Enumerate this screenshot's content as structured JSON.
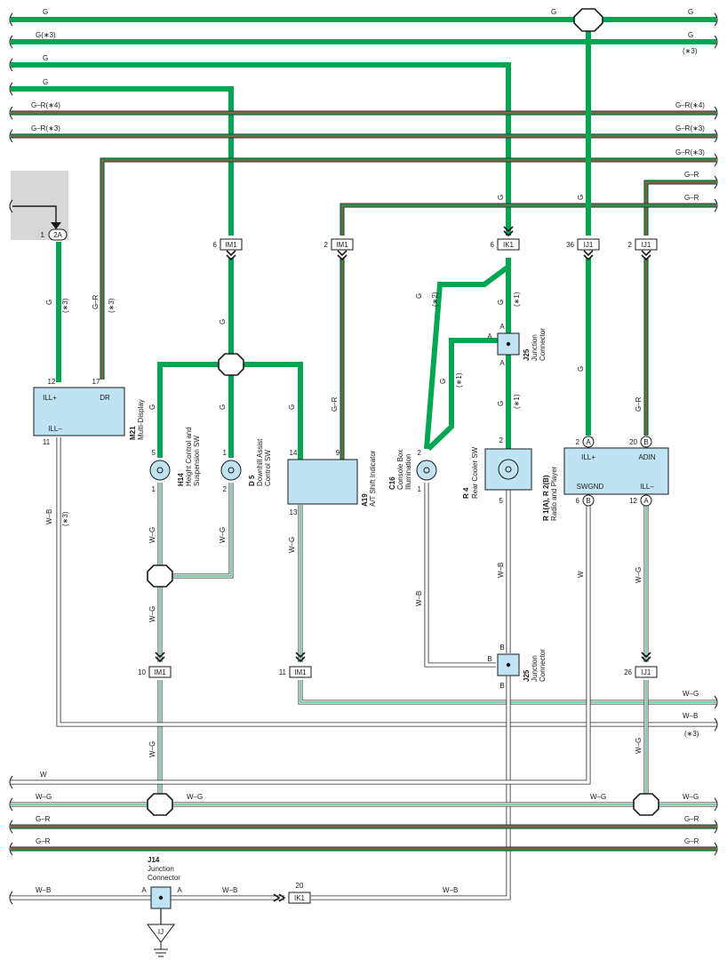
{
  "colors": {
    "green": "#00a651",
    "red": "#e8332a",
    "component_fill": "#bfe3f3",
    "ground_box": "#d7d7d7",
    "wire_outline": "#2a2a2a"
  },
  "wire_labels": {
    "g": "G",
    "g3": "G(∗3)",
    "star3": "(∗3)",
    "star1": "(∗1)",
    "star2": "(∗2)",
    "gr4": "G–R(∗4)",
    "gr3": "G–R(∗3)",
    "gr": "G–R",
    "w": "W",
    "wb": "W–B",
    "wg": "W–G"
  },
  "connectors": {
    "c2a": "2A",
    "im1": "IM1",
    "ik1": "IK1",
    "ij1": "IJ1",
    "ij": "IJ",
    "a": "A",
    "b": "B"
  },
  "pins": {
    "p1": "1",
    "p2": "2",
    "p5": "5",
    "p6": "6",
    "p9": "9",
    "p10": "10",
    "p11": "11",
    "p12": "12",
    "p13": "13",
    "p14": "14",
    "p17": "17",
    "p20": "20",
    "p26": "26",
    "p36": "36"
  },
  "components": {
    "m21": {
      "id": "M21",
      "name": "Multi-Display",
      "ill_plus": "ILL+",
      "dr": "DR",
      "ill_minus": "ILL–"
    },
    "h14": {
      "id": "H14",
      "name1": "Height Control and",
      "name2": "Suspension SW"
    },
    "d5": {
      "id": "D 5",
      "name1": "Downhill Assist",
      "name2": "Control SW"
    },
    "a19": {
      "id": "A19",
      "name": "A/T Shift Indicator"
    },
    "c16": {
      "id": "C16",
      "name1": "Console Box",
      "name2": "Illumination"
    },
    "r4": {
      "id": "R 4",
      "name": "Rear Cooler SW"
    },
    "j25": {
      "id": "J25",
      "name1": "Junction",
      "name2": "Connector"
    },
    "r1r2": {
      "id": "R 1(A), R 2(B)",
      "name": "Radio and Player",
      "ill_plus": "ILL+",
      "adin": "ADIN",
      "swgnd": "SWGND",
      "ill_minus": "ILL–"
    },
    "j14": {
      "id": "J14",
      "name1": "Junction",
      "name2": "Connector"
    }
  }
}
